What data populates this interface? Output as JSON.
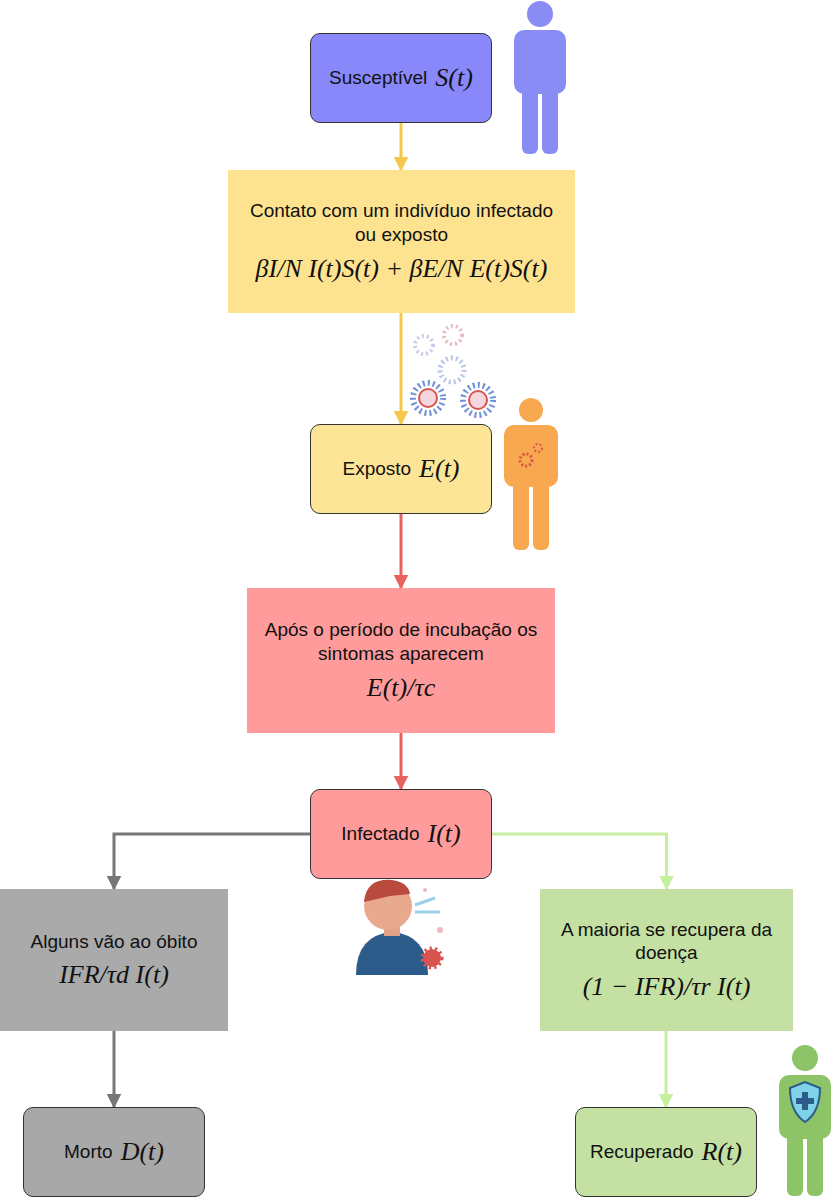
{
  "diagram": {
    "nodes": [
      {
        "text": [
          "Susceptível",
          "S(t)"
        ]
      },
      {
        "text": [
          "Contato com um indivíduo infectado ou exposto",
          "βI/N I(t)S(t) + βE/N E(t)S(t)"
        ]
      },
      {
        "text": [
          "Exposto",
          "E(t)"
        ]
      },
      {
        "text": [
          "Após o período de incubação os sintomas aparecem",
          "E(t)/τc"
        ]
      },
      {
        "text": [
          "Infectado",
          "I(t)"
        ]
      },
      {
        "text": [
          "Alguns vão ao óbito",
          "IFR/τd I(t)"
        ]
      },
      {
        "text": [
          "A maioria se recupera da doença",
          "(1 − IFR)/τr I(t)"
        ]
      },
      {
        "text": [
          "Morto",
          "D(t)"
        ]
      },
      {
        "text": [
          "Recuperado",
          "R(t)"
        ]
      }
    ],
    "edges": [
      {
        "from": 0,
        "to": 1,
        "arrow": "to"
      },
      {
        "from": 1,
        "to": 2,
        "arrow": "to"
      },
      {
        "from": 2,
        "to": 3,
        "arrow": "to"
      },
      {
        "from": 3,
        "to": 4,
        "arrow": "to"
      },
      {
        "from": 4,
        "to": 5,
        "arrow": "to"
      },
      {
        "from": 4,
        "to": 6,
        "arrow": "to"
      },
      {
        "from": 5,
        "to": 7,
        "arrow": "to"
      },
      {
        "from": 6,
        "to": 8,
        "arrow": "to"
      }
    ]
  }
}
